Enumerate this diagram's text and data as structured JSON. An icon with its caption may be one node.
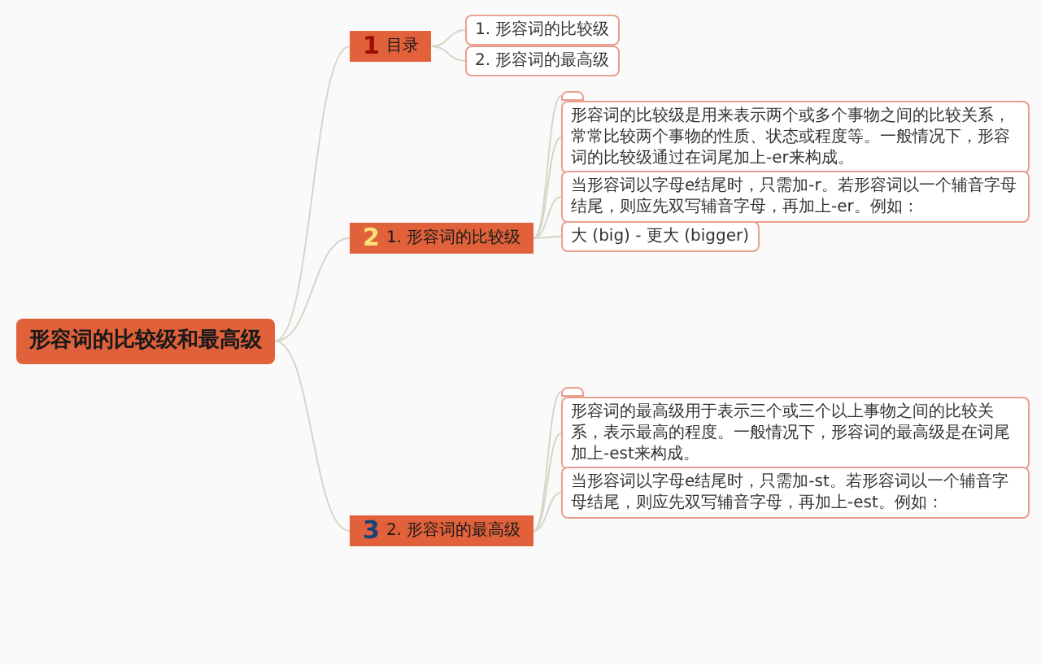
{
  "diagram": {
    "nodes": [
      {
        "text": [
          "形容词的比较级和最高级"
        ]
      },
      {
        "text": [
          "1",
          "目录"
        ]
      },
      {
        "text": [
          "1. 形容词的比较级"
        ]
      },
      {
        "text": [
          "2. 形容词的最高级"
        ]
      },
      {
        "text": [
          "2",
          "1. 形容词的比较级"
        ]
      },
      {
        "text": [],
        "shape": "box"
      },
      {
        "text": [
          "形容词的比较级是用来表示两个或多个事物之间的比较关系，常常比较两个事物的性质、状态或程度等。一般情况下，形容词的比较级通过在词尾加上-er来构成。"
        ]
      },
      {
        "text": [
          "当形容词以字母e结尾时，只需加-r。若形容词以一个辅音字母结尾，则应先双写辅音字母，再加上-er。例如："
        ]
      },
      {
        "text": [
          "大 (big) - 更大 (bigger)"
        ]
      },
      {
        "text": [
          "3",
          "2. 形容词的最高级"
        ]
      },
      {
        "text": [],
        "shape": "box"
      },
      {
        "text": [
          "形容词的最高级用于表示三个或三个以上事物之间的比较关系，表示最高的程度。一般情况下，形容词的最高级是在词尾加上-est来构成。"
        ]
      },
      {
        "text": [
          "当形容词以字母e结尾时，只需加-st。若形容词以一个辅音字母结尾，则应先双写辅音字母，再加上-est。例如："
        ]
      }
    ],
    "edges": [
      {
        "from": 0,
        "to": 1,
        "arrow": "none"
      },
      {
        "from": 0,
        "to": 4,
        "arrow": "none"
      },
      {
        "from": 0,
        "to": 9,
        "arrow": "none"
      },
      {
        "from": 1,
        "to": 2,
        "arrow": "none"
      },
      {
        "from": 1,
        "to": 3,
        "arrow": "none"
      },
      {
        "from": 4,
        "to": 5,
        "arrow": "none"
      },
      {
        "from": 4,
        "to": 6,
        "arrow": "none"
      },
      {
        "from": 4,
        "to": 7,
        "arrow": "none"
      },
      {
        "from": 4,
        "to": 8,
        "arrow": "none"
      },
      {
        "from": 9,
        "to": 10,
        "arrow": "none"
      },
      {
        "from": 9,
        "to": 11,
        "arrow": "none"
      },
      {
        "from": 9,
        "to": 12,
        "arrow": "none"
      }
    ]
  }
}
